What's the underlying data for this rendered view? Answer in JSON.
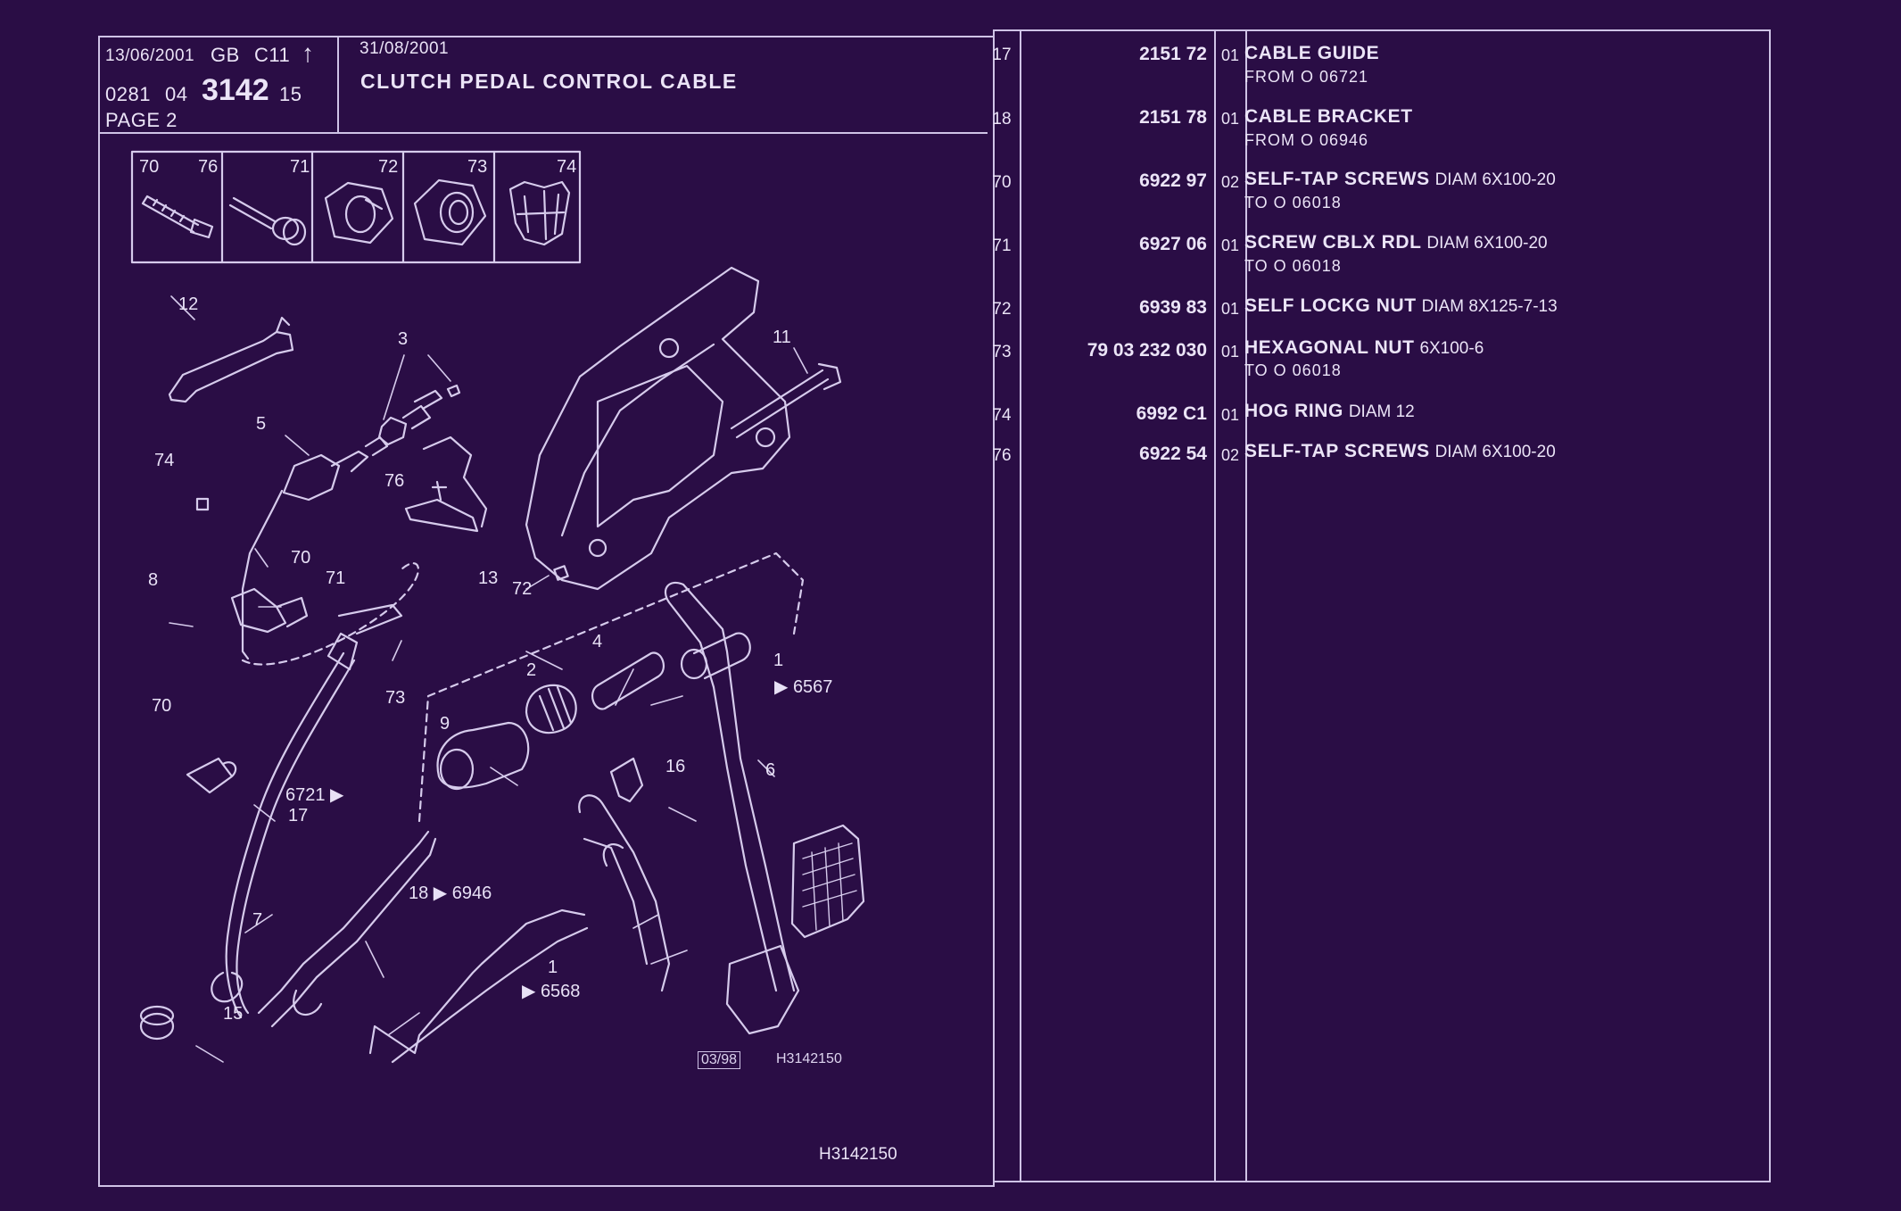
{
  "header": {
    "date1": "13/06/2001",
    "lang_code": "GB",
    "model_code": "C11",
    "arrow_glyph": "↑",
    "ref_a": "0281",
    "ref_b": "04",
    "section_number": "3142",
    "ref_c": "15",
    "page_label": "PAGE 2",
    "date2": "31/08/2001",
    "title": "CLUTCH PEDAL CONTROL CABLE"
  },
  "thumbnails": [
    {
      "refs": [
        "70",
        "76"
      ],
      "icon": "bolt-icon"
    },
    {
      "refs": [
        "71"
      ],
      "icon": "collared-screw-icon"
    },
    {
      "refs": [
        "72"
      ],
      "icon": "lock-nut-icon"
    },
    {
      "refs": [
        "73"
      ],
      "icon": "hex-nut-icon"
    },
    {
      "refs": [
        "74"
      ],
      "icon": "hog-ring-icon"
    }
  ],
  "diagram_labels": {
    "l12": "12",
    "l3": "3",
    "l5": "5",
    "l74": "74",
    "l76": "76",
    "l11": "11",
    "l8": "8",
    "l70a": "70",
    "l71": "71",
    "l13": "13",
    "l72": "72",
    "l2": "2",
    "l4": "4",
    "l1a": "1",
    "l6567": "▶ 6567",
    "l70b": "70",
    "l73": "73",
    "l9": "9",
    "l16": "16",
    "l6": "6",
    "l6721": "6721 ▶",
    "l17": "17",
    "l18": "18 ▶ 6946",
    "l7": "7",
    "l1b": "1",
    "l6568": "▶ 6568",
    "l15": "15",
    "stamp": "03/98",
    "drawing_code_small": "H3142150",
    "drawing_code": "H3142150"
  },
  "parts": [
    {
      "ref": "17",
      "part_number": "2151 72",
      "qty": "01",
      "name": "CABLE GUIDE",
      "spec": "",
      "note": "FROM O 06721"
    },
    {
      "ref": "18",
      "part_number": "2151 78",
      "qty": "01",
      "name": "CABLE BRACKET",
      "spec": "",
      "note": "FROM O 06946"
    },
    {
      "ref": "70",
      "part_number": "6922 97",
      "qty": "02",
      "name": "SELF-TAP SCREWS",
      "spec": "DIAM 6X100-20",
      "note": "TO O 06018"
    },
    {
      "ref": "71",
      "part_number": "6927 06",
      "qty": "01",
      "name": "SCREW CBLX RDL",
      "spec": "DIAM 6X100-20",
      "note": "TO O 06018"
    },
    {
      "ref": "72",
      "part_number": "6939 83",
      "qty": "01",
      "name": "SELF LOCKG NUT",
      "spec": "DIAM 8X125-7-13",
      "note": ""
    },
    {
      "ref": "73",
      "part_number": "79 03 232 030",
      "qty": "01",
      "name": "HEXAGONAL NUT",
      "spec": "6X100-6",
      "note": "TO O 06018"
    },
    {
      "ref": "74",
      "part_number": "6992 C1",
      "qty": "01",
      "name": "HOG RING",
      "spec": "DIAM 12",
      "note": ""
    },
    {
      "ref": "76",
      "part_number": "6922 54",
      "qty": "02",
      "name": "SELF-TAP SCREWS",
      "spec": "DIAM 6X100-20",
      "note": ""
    }
  ],
  "colors": {
    "background": "#2a0d45",
    "line": "#cfc3e6",
    "text": "#ebe4f7"
  }
}
